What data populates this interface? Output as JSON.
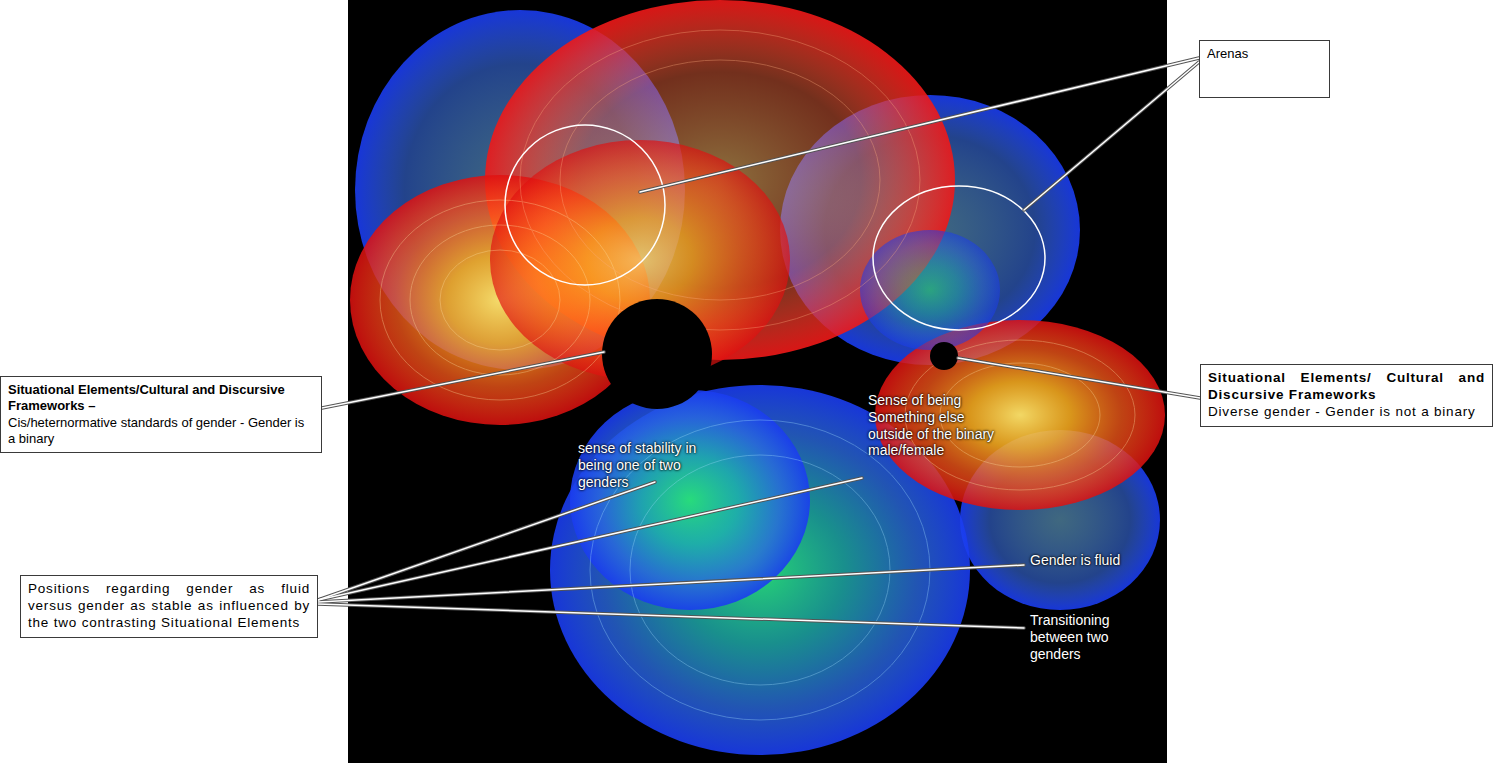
{
  "diagram": {
    "nodes": [
      {
        "text": [
          "Arenas"
        ]
      },
      {
        "text": [
          "Situational Elements/Cultural and Discursive Frameworks –",
          "Cis/heternormative standards of gender - Gender is a binary"
        ]
      },
      {
        "text": [
          "Situational Elements/ Cultural and Discursive Frameworks",
          "Diverse gender - Gender is not a binary"
        ]
      },
      {
        "text": [
          "Positions regarding gender as fluid versus gender as stable as influenced by the two contrasting Situational Elements"
        ]
      }
    ],
    "labels": [
      "sense of stability in being one of two genders",
      "Sense of being Something else outside of the binary male/female",
      "Gender is fluid",
      "Transitioning between two genders"
    ]
  }
}
